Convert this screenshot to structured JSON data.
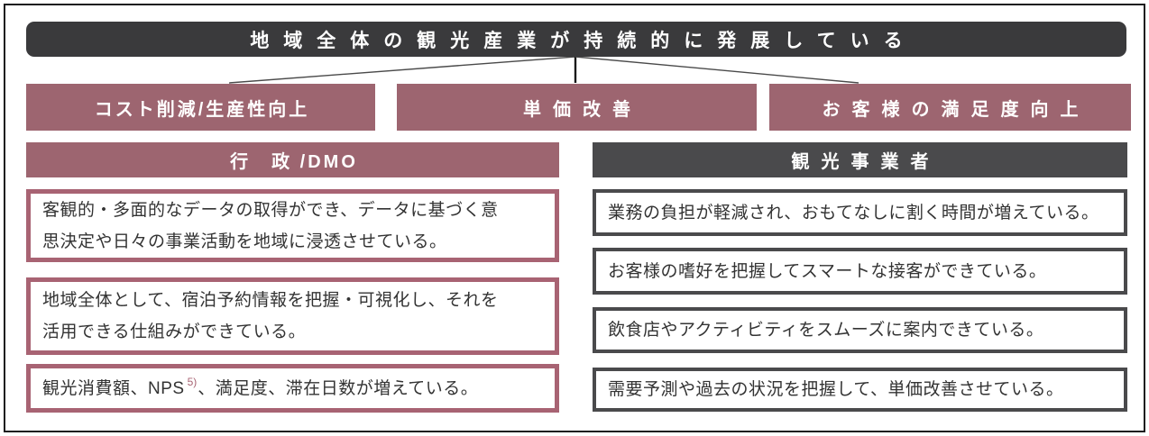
{
  "colors": {
    "accent": "#9d6570",
    "accent_border": "#a86373",
    "dark_bar": "#3a3a3c",
    "dark_mid": "#4a4a4c",
    "text": "#333333",
    "background": "#ffffff"
  },
  "goal": {
    "label": "地域全体の観光産業が持続的に発展している"
  },
  "outcomes": [
    {
      "label": "コスト削減/生産性向上"
    },
    {
      "label": "単価改善"
    },
    {
      "label": "お客様の満足度向上"
    }
  ],
  "columns": {
    "left": {
      "header": "行　政 /DMO",
      "items": [
        {
          "text": "客観的・多面的なデータの取得ができ、データに基づく意\n思決定や日々の事業活動を地域に浸透させている。"
        },
        {
          "text": "地域全体として、宿泊予約情報を把握・可視化し、それを\n活用できる仕組みができている。"
        },
        {
          "text_before_sup": "観光消費額、NPS",
          "sup": "5)",
          "text_after_sup": "、満足度、滞在日数が増えている。"
        }
      ]
    },
    "right": {
      "header": "観光事業者",
      "items": [
        {
          "text": "業務の負担が軽減され、おもてなしに割く時間が増えている。"
        },
        {
          "text": "お客様の嗜好を把握してスマートな接客ができている。"
        },
        {
          "text": "飲食店やアクティビティをスムーズに案内できている。"
        },
        {
          "text": "需要予測や過去の状況を把握して、単価改善させている。"
        }
      ]
    }
  }
}
